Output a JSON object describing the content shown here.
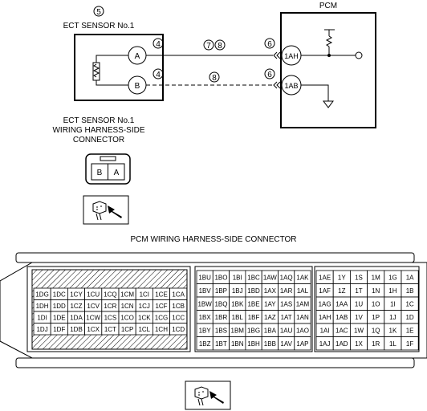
{
  "ect": {
    "circle_num": "5",
    "title": "ECT SENSOR No.1",
    "pin_a": "A",
    "pin_b": "B",
    "caption": [
      "ECT SENSOR No.1",
      "WIRING HARNESS-SIDE",
      "CONNECTOR"
    ],
    "face": [
      "B",
      "A"
    ]
  },
  "pcm": {
    "title": "PCM",
    "pin_ah": "1AH",
    "pin_ab": "1AB"
  },
  "wires": {
    "upper_left_num": "4",
    "upper_mid_nums": [
      "7",
      "8"
    ],
    "upper_right_num": "6",
    "lower_left_num": "4",
    "lower_mid_num": "8",
    "lower_right_num": "6"
  },
  "pcm_connector": {
    "title": "PCM WIRING HARNESS-SIDE CONNECTOR",
    "left_rows": [
      [
        "1DG",
        "1DC",
        "1CY",
        "1CU",
        "1CQ",
        "1CM",
        "1CI",
        "1CE",
        "1CA"
      ],
      [
        "1DH",
        "1DD",
        "1CZ",
        "1CV",
        "1CR",
        "1CN",
        "1CJ",
        "1CF",
        "1CB"
      ],
      [
        "1DI",
        "1DE",
        "1DA",
        "1CW",
        "1CS",
        "1CO",
        "1CK",
        "1CG",
        "1CC"
      ],
      [
        "1DJ",
        "1DF",
        "1DB",
        "1CX",
        "1CT",
        "1CP",
        "1CL",
        "1CH",
        "1CD"
      ]
    ],
    "mid_rows": [
      [
        "1BU",
        "1BO",
        "1BI",
        "1BC",
        "1AW",
        "1AQ",
        "1AK"
      ],
      [
        "1BV",
        "1BP",
        "1BJ",
        "1BD",
        "1AX",
        "1AR",
        "1AL"
      ],
      [
        "1BW",
        "1BQ",
        "1BK",
        "1BE",
        "1AY",
        "1AS",
        "1AM"
      ],
      [
        "1BX",
        "1BR",
        "1BL",
        "1BF",
        "1AZ",
        "1AT",
        "1AN"
      ],
      [
        "1BY",
        "1BS",
        "1BM",
        "1BG",
        "1BA",
        "1AU",
        "1AO"
      ],
      [
        "1BZ",
        "1BT",
        "1BN",
        "1BH",
        "1BB",
        "1AV",
        "1AP"
      ]
    ],
    "right_rows": [
      [
        "1AE",
        "1Y",
        "1S",
        "1M",
        "1G",
        "1A"
      ],
      [
        "1AF",
        "1Z",
        "1T",
        "1N",
        "1H",
        "1B"
      ],
      [
        "1AG",
        "1AA",
        "1U",
        "1O",
        "1I",
        "1C"
      ],
      [
        "1AH",
        "1AB",
        "1V",
        "1P",
        "1J",
        "1D"
      ],
      [
        "1AI",
        "1AC",
        "1W",
        "1Q",
        "1K",
        "1E"
      ],
      [
        "1AJ",
        "1AD",
        "1X",
        "1R",
        "1L",
        "1F"
      ]
    ]
  }
}
